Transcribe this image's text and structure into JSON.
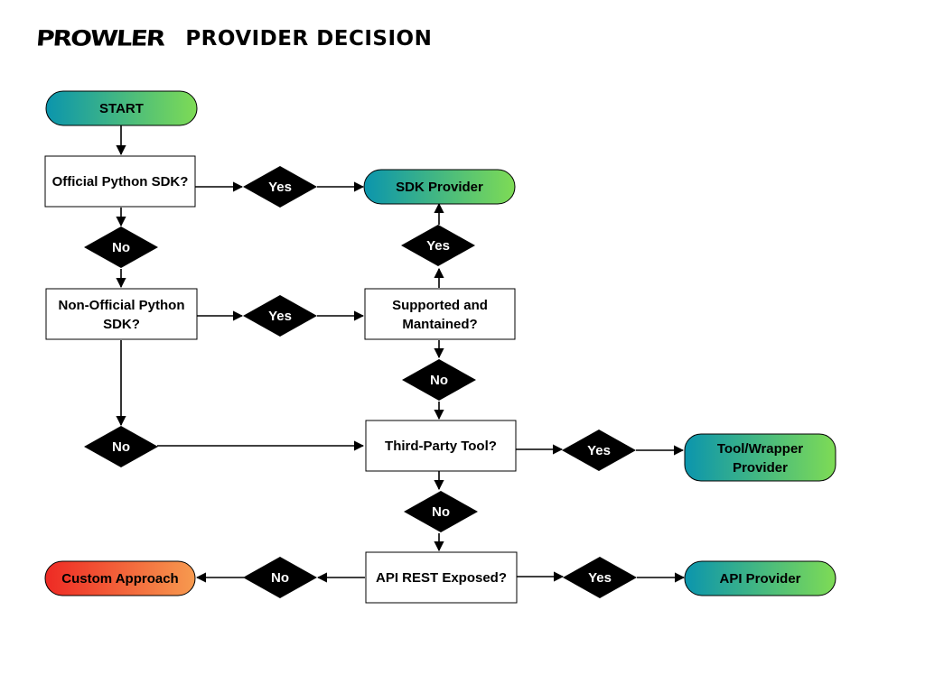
{
  "header": {
    "logo_text": "PROWLER",
    "title": "PROVIDER DECISION"
  },
  "nodes": {
    "start": "START",
    "official_sdk": "Official Python SDK?",
    "sdk_provider": "SDK Provider",
    "non_official_sdk": [
      "Non-Official Python",
      "SDK?"
    ],
    "supported": [
      "Supported and",
      "Mantained?"
    ],
    "third_party": "Third-Party Tool?",
    "tool_wrapper_provider": [
      "Tool/Wrapper",
      "Provider"
    ],
    "api_rest": "API REST Exposed?",
    "api_provider": "API Provider",
    "custom_approach": "Custom Approach"
  },
  "decisions": {
    "yes": "Yes",
    "no": "No"
  },
  "colors": {
    "terminal_gradient": [
      "#0b95ad",
      "#7edb55"
    ],
    "custom_gradient": [
      "#ee2a24",
      "#f79a4f"
    ],
    "decision_fill": "#000000",
    "decision_text": "#ffffff",
    "box_border": "#000000"
  }
}
